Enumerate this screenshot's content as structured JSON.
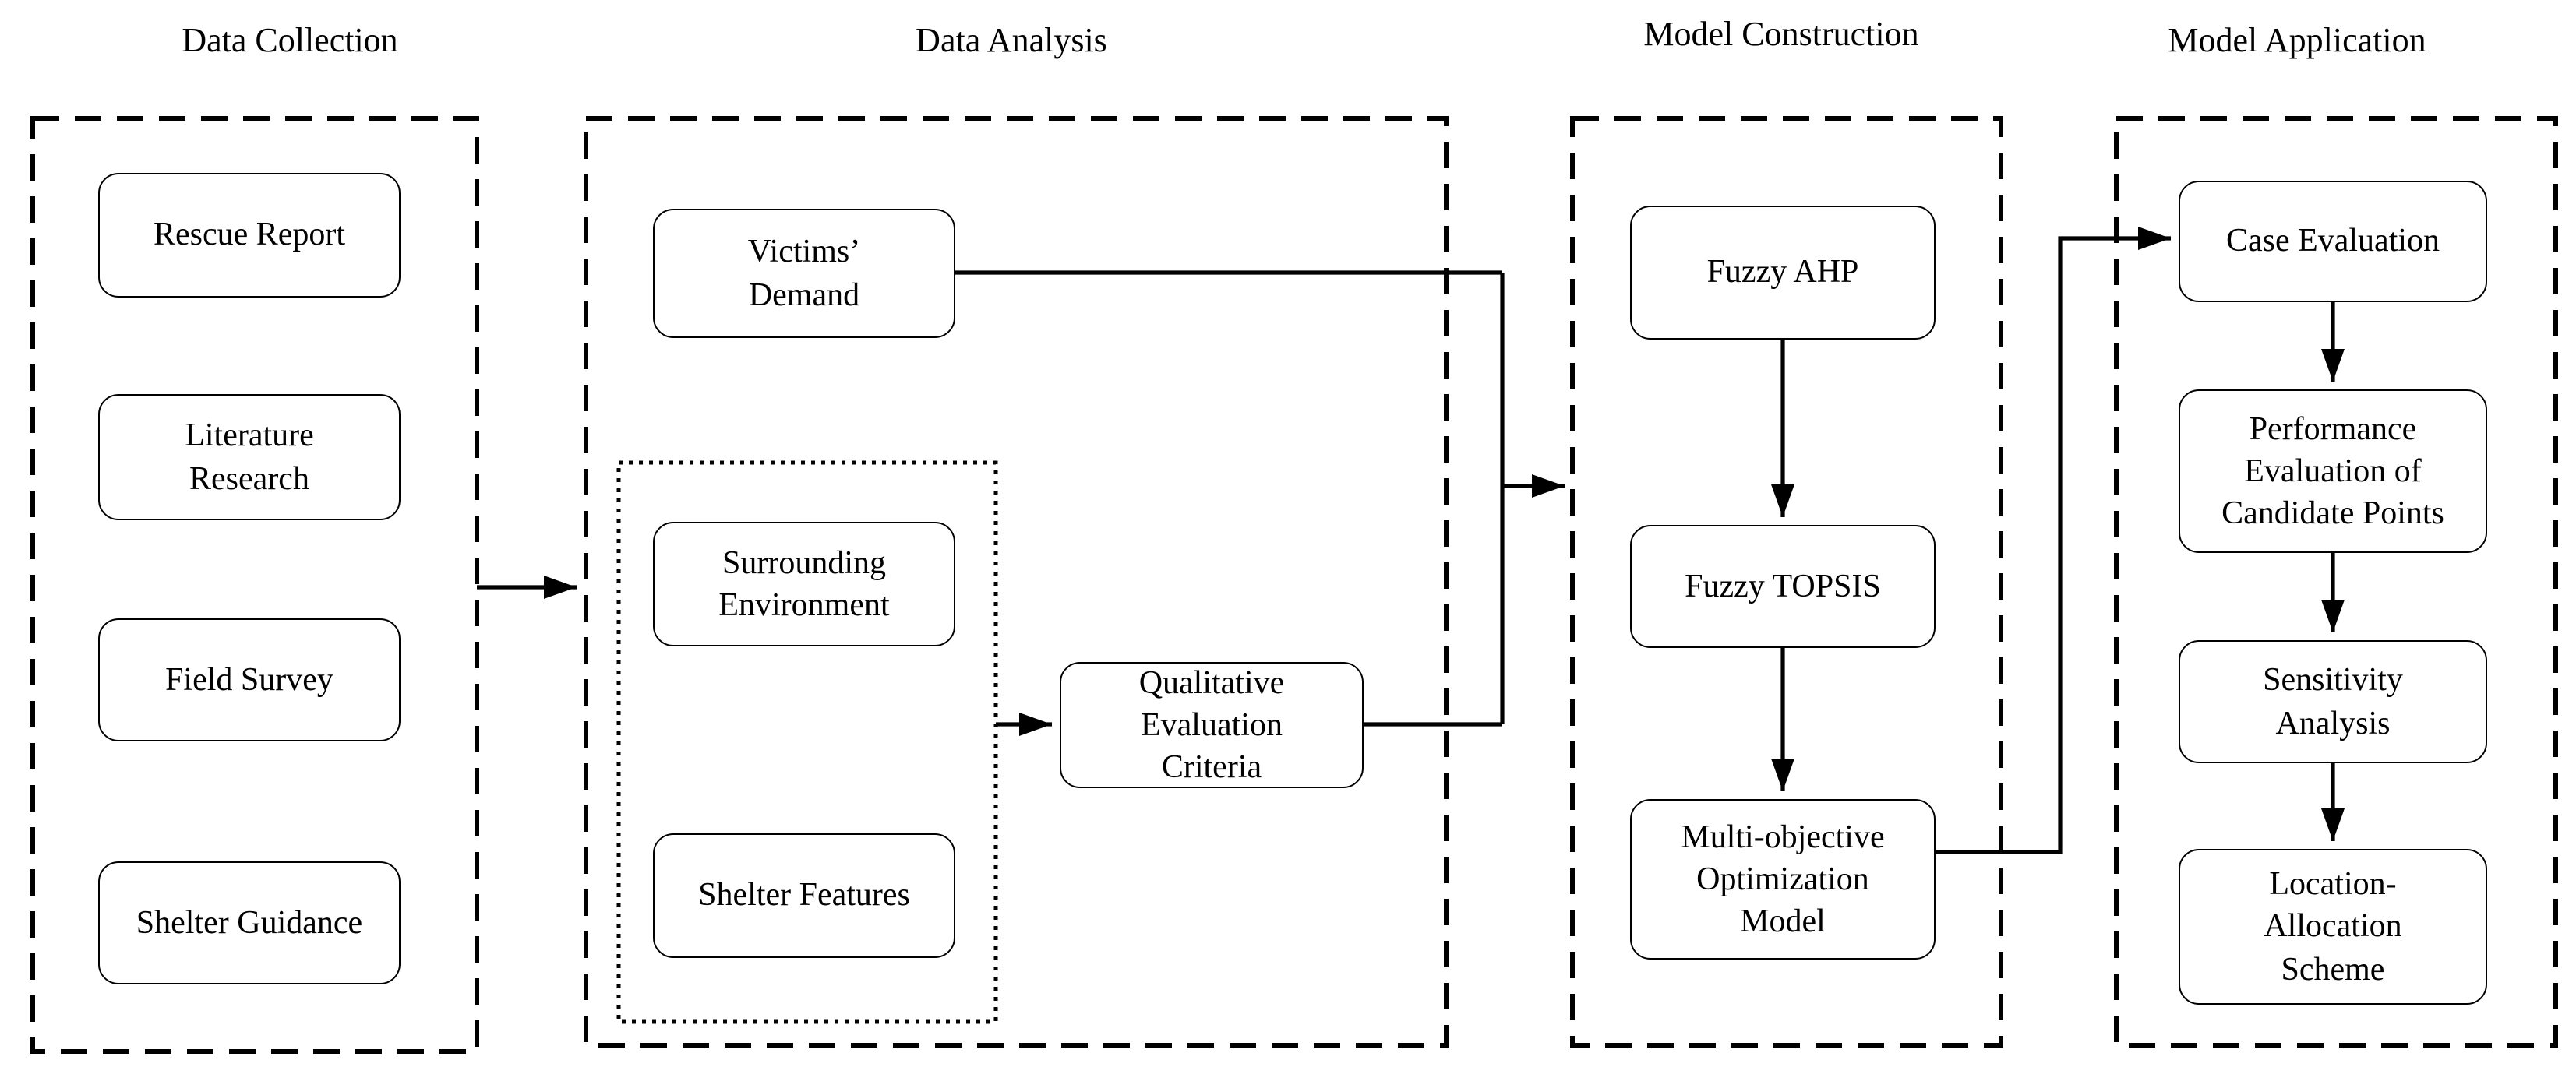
{
  "diagram": {
    "columns": [
      {
        "title": "Data Collection",
        "boxes": [
          {
            "label": [
              "Rescue Report"
            ]
          },
          {
            "label": [
              "Literature",
              "Research"
            ]
          },
          {
            "label": [
              "Field Survey"
            ]
          },
          {
            "label": [
              "Shelter Guidance"
            ]
          }
        ]
      },
      {
        "title": "Data Analysis",
        "boxes": [
          {
            "label": [
              "Victims’",
              "Demand"
            ]
          },
          {
            "label": [
              "Surrounding",
              "Environment"
            ]
          },
          {
            "label": [
              "Shelter Features"
            ]
          },
          {
            "label": [
              "Qualitative",
              "Evaluation",
              "Criteria"
            ]
          }
        ]
      },
      {
        "title": "Model Construction",
        "boxes": [
          {
            "label": [
              "Fuzzy AHP"
            ]
          },
          {
            "label": [
              "Fuzzy TOPSIS"
            ]
          },
          {
            "label": [
              "Multi-objective",
              "Optimization",
              "Model"
            ]
          }
        ]
      },
      {
        "title": "Model Application",
        "boxes": [
          {
            "label": [
              "Case Evaluation"
            ]
          },
          {
            "label": [
              "Performance",
              "Evaluation of",
              "Candidate Points"
            ]
          },
          {
            "label": [
              "Sensitivity",
              "Analysis"
            ]
          },
          {
            "label": [
              "Location-",
              "Allocation",
              "Scheme"
            ]
          }
        ]
      }
    ],
    "colors": {
      "ink": "#000000",
      "background": "#ffffff"
    }
  }
}
